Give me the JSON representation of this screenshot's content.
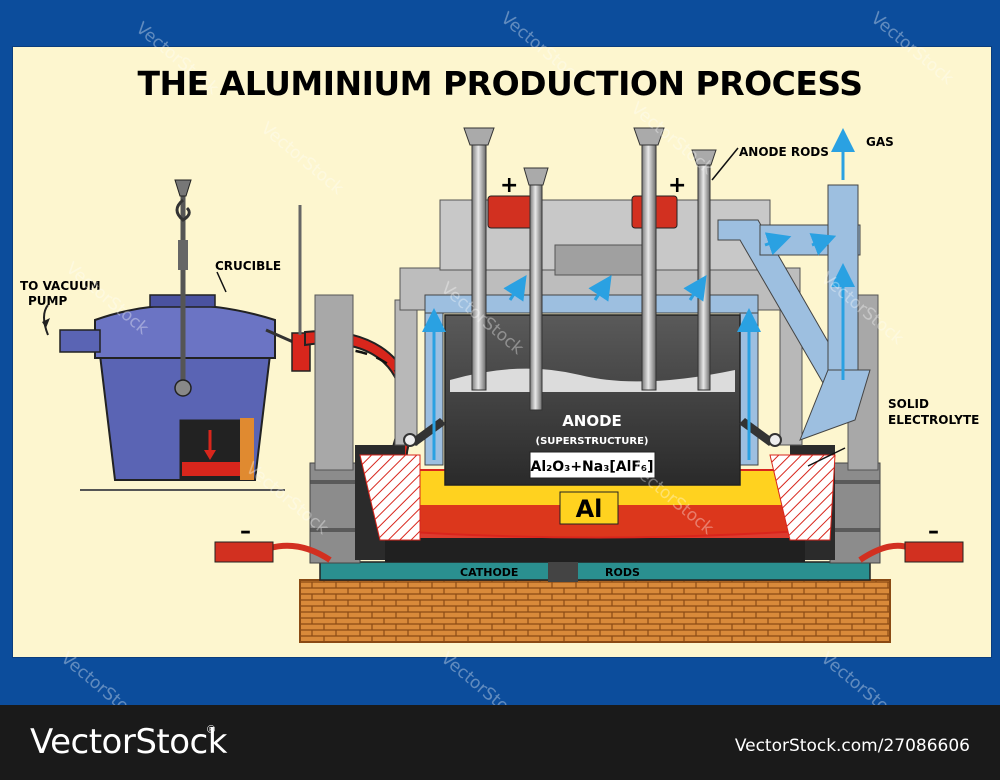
{
  "title": "THE ALUMINIUM PRODUCTION PROCESS",
  "labels": {
    "to_vacuum_pump_line1": "TO VACUUM",
    "to_vacuum_pump_line2": "PUMP",
    "crucible": "CRUCIBLE",
    "anode_rods": "ANODE RODS",
    "gas": "GAS",
    "solid_electrolyte_line1": "SOLID",
    "solid_electrolyte_line2": "ELECTROLYTE",
    "anode": "ANODE",
    "superstructure": "(SUPERSTRUCTURE)",
    "formula": "Al₂O₃+Na₃[AlF₆]",
    "al": "Al",
    "cathode": "CATHODE",
    "rods": "RODS",
    "plus": "+",
    "minus": "–"
  },
  "watermark": "VectorStock",
  "footer": {
    "logo": "VectorStock",
    "registered": "®",
    "image_id": "VectorStock.com/27086606"
  },
  "colors": {
    "frame_blue": "#0c4d9c",
    "panel_cream": "#fdf6cf",
    "electrolyte_yellow": "#ffd21f",
    "molten_red": "#d8261c",
    "anode_dark": "#3d3d3d",
    "brick_orange": "#d98a3a",
    "gas_arrow_blue": "#2aa1e2",
    "crucible_blue": "#5a64b4"
  }
}
